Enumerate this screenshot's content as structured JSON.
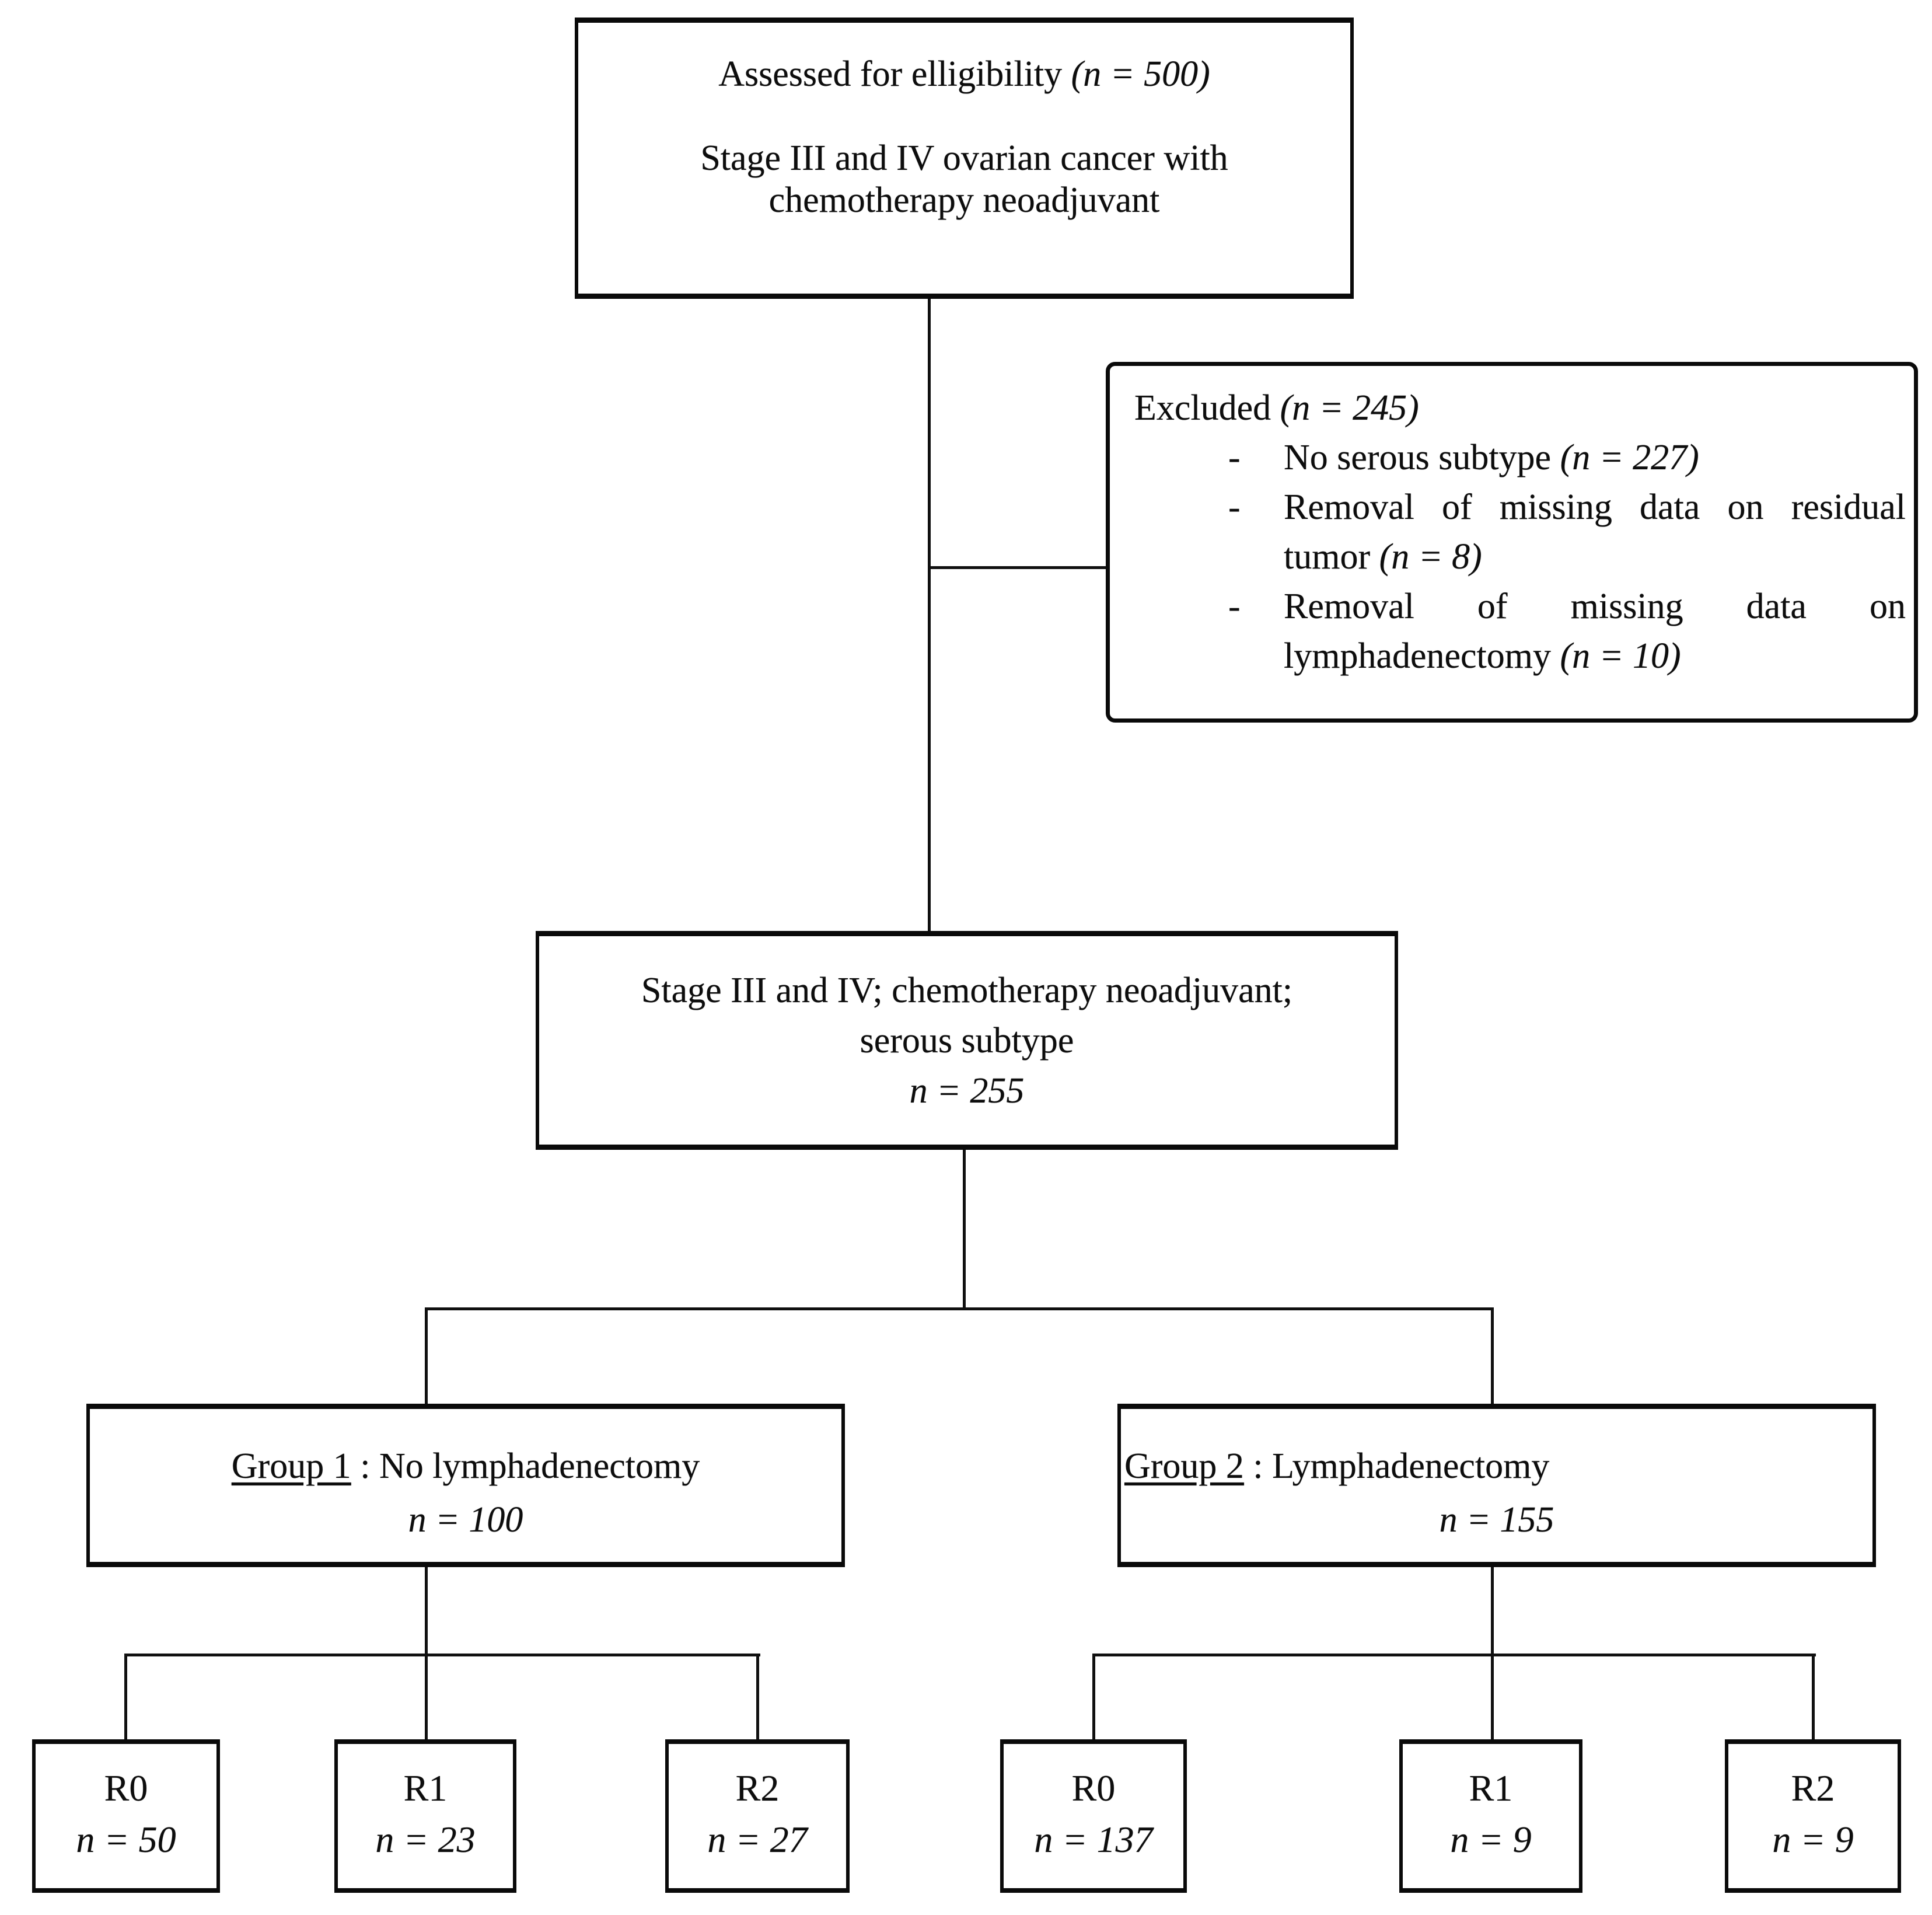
{
  "diagram": {
    "assessed": {
      "line1": "Assessed for elligibility",
      "line1_n": "(n = 500)",
      "line2a": "Stage III and IV ovarian cancer with",
      "line2b": "chemotherapy neoadjuvant"
    },
    "excluded": {
      "title": "Excluded",
      "title_n": "(n = 245)",
      "bullet": "-",
      "items": [
        {
          "text": "No serous subtype",
          "n": "(n = 227)"
        },
        {
          "text": "Removal of missing data on residual tumor",
          "n": "(n = 8)"
        },
        {
          "text": "Removal of missing data on lymphadenectomy",
          "n": "(n = 10)"
        }
      ]
    },
    "included": {
      "line1": "Stage III and IV; chemotherapy neoadjuvant;",
      "line2": "serous subtype",
      "n": "n = 255"
    },
    "group1": {
      "label": "Group 1",
      "sep": ":",
      "desc": "No lymphadenectomy",
      "n": "n = 100"
    },
    "group2": {
      "label": "Group 2",
      "sep": ":",
      "desc": "Lymphadenectomy",
      "n": "n = 155"
    },
    "outcomes": [
      {
        "label": "R0",
        "n": "n = 50"
      },
      {
        "label": "R1",
        "n": "n = 23"
      },
      {
        "label": "R2",
        "n": "n = 27"
      },
      {
        "label": "R0",
        "n": "n = 137"
      },
      {
        "label": "R1",
        "n": "n = 9"
      },
      {
        "label": "R2",
        "n": "n = 9"
      }
    ]
  }
}
